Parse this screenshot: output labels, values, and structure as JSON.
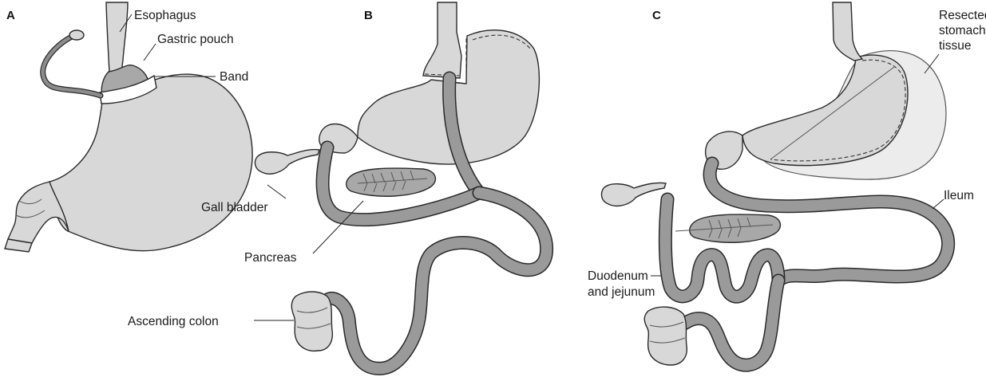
{
  "panels": {
    "a": {
      "letter": "A",
      "labels": {
        "esophagus": "Esophagus",
        "gastric_pouch": "Gastric pouch",
        "band": "Band"
      }
    },
    "b": {
      "letter": "B",
      "labels": {
        "gall_bladder": "Gall bladder",
        "pancreas": "Pancreas",
        "ascending_colon": "Ascending colon"
      }
    },
    "c": {
      "letter": "C",
      "labels": {
        "resected_line1": "Resected",
        "resected_line2": "stomach",
        "resected_line3": "tissue",
        "ileum": "Ileum",
        "duodenum_line1": "Duodenum",
        "duodenum_line2": "and jejunum"
      }
    }
  },
  "colors": {
    "organ_fill": "#d8d8d8",
    "organ_dark": "#a8a8a8",
    "intestine_fill": "#9a9a9a",
    "outline": "#2a2a2a"
  }
}
